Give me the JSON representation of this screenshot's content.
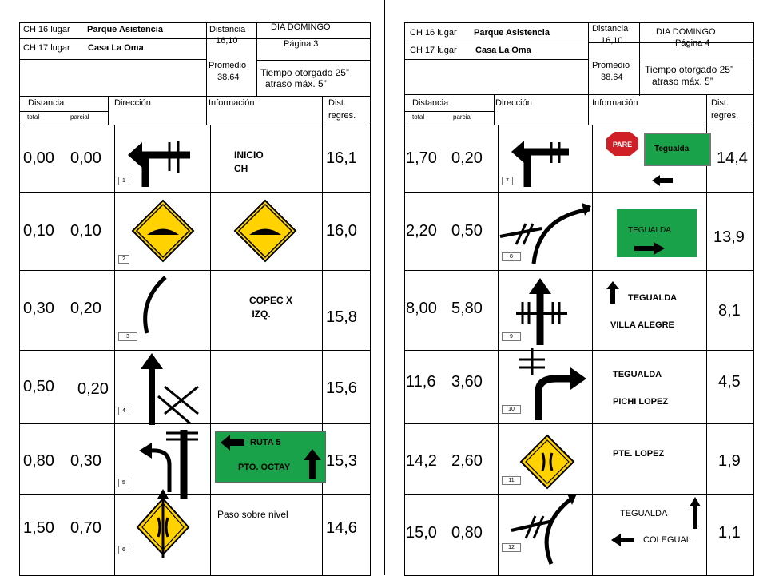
{
  "pages": [
    {
      "header": {
        "ch16": "CH  16  lugar",
        "place16": "Parque  Asistencia",
        "ch17": "CH  17  lugar",
        "place17": "Casa La Oma",
        "distance_label": "Distancia",
        "distance_value": "16,10",
        "day": "DIA DOMINGO",
        "page": "Página 3",
        "average_label": "Promedio",
        "average_value": "38.64",
        "time_line1": "Tiempo otorgado  25”",
        "time_line2": "atraso  máx.  5”"
      },
      "columns": {
        "distance": "Distancia",
        "direction": "Dirección",
        "info": "Información",
        "dist_regres_1": "Dist.",
        "dist_regres_2": "regres.",
        "total": "total",
        "partial": "parcial"
      },
      "rows": [
        {
          "total": "0,00",
          "partial": "0,00",
          "num": "1",
          "info": "INICIO\nCH",
          "regres": "16,1"
        },
        {
          "total": "0,10",
          "partial": "0,10",
          "num": "2",
          "info": "",
          "regres": "16,0"
        },
        {
          "total": "0,30",
          "partial": "0,20",
          "num": "3",
          "info": "COPEC X\n IZQ.",
          "regres": "15,8"
        },
        {
          "total": "0,50",
          "partial": "0,20",
          "num": "4",
          "info": "",
          "regres": "15,6"
        },
        {
          "total": "0,80",
          "partial": "0,30",
          "num": "5",
          "info": "RUTA  5\nPTO. OCTAY",
          "regres": "15,3"
        },
        {
          "total": "1,50",
          "partial": "0,70",
          "num": "6",
          "info": "Paso sobre nivel",
          "regres": "14,6"
        }
      ]
    },
    {
      "header": {
        "ch16": "CH  16 lugar",
        "place16": "Parque  Asistencia",
        "ch17": "CH  17  lugar",
        "place17": "Casa La Oma",
        "distance_label": "Distancia",
        "distance_value": "16,10",
        "day": "DIA DOMINGO",
        "page": "Página 4",
        "average_label": "Promedio",
        "average_value": "38.64",
        "time_line1": "Tiempo otorgado  25”",
        "time_line2": "atraso  máx.  5”"
      },
      "columns": {
        "distance": "Distancia",
        "direction": "Dirección",
        "info": "Información",
        "dist_regres_1": "Dist.",
        "dist_regres_2": "regres.",
        "total": "total",
        "partial": "parcial"
      },
      "rows": [
        {
          "total": "1,70",
          "partial": "0,20",
          "num": "7",
          "stop": "PARE",
          "info": "Tegualda",
          "regres": "14,4"
        },
        {
          "total": "2,20",
          "partial": "0,50",
          "num": "8",
          "info": "TEGUALDA",
          "regres": "13,9"
        },
        {
          "total": "8,00",
          "partial": "5,80",
          "num": "9",
          "info": "TEGUALDA",
          "info2": "VILLA ALEGRE",
          "regres": "8,1"
        },
        {
          "total": "11,6",
          "partial": "3,60",
          "num": "10",
          "info": "TEGUALDA",
          "info2": "PICHI LOPEZ",
          "regres": "4,5"
        },
        {
          "total": "14,2",
          "partial": "2,60",
          "num": "11",
          "info": "PTE. LOPEZ",
          "regres": "1,9"
        },
        {
          "total": "15,0",
          "partial": "0,80",
          "num": "12",
          "info": "TEGUALDA",
          "info2": "COLEGUAL",
          "regres": "1,1"
        }
      ]
    }
  ],
  "colors": {
    "sign_yellow": "#ffd200",
    "sign_green": "#1aa24a",
    "stop_red": "#d01f26"
  }
}
